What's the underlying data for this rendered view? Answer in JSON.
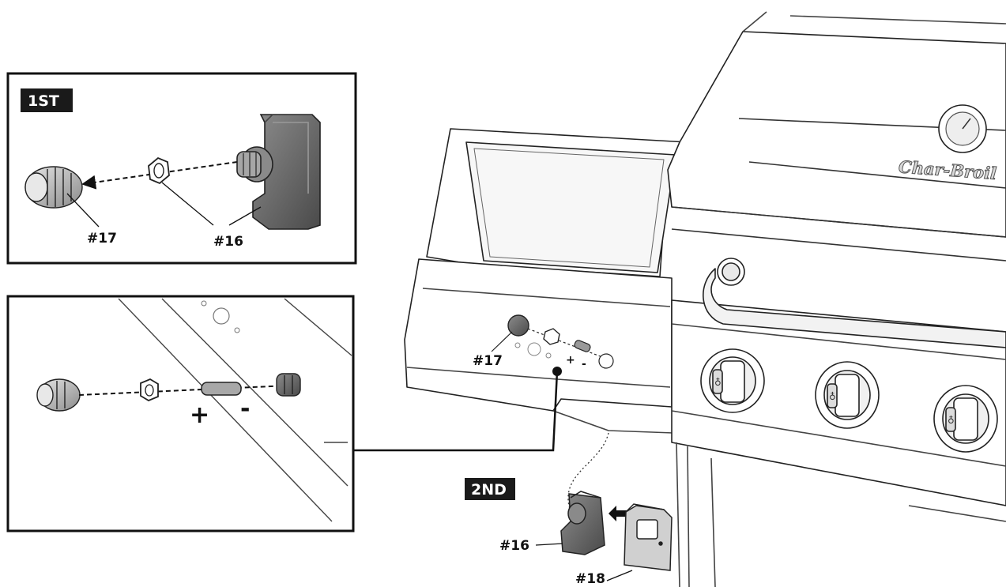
{
  "steps": {
    "first": "1ST",
    "second": "2ND"
  },
  "callouts": {
    "part17_detail": "#17",
    "part16_detail": "#16",
    "part17_grill": "#17",
    "part16_wire": "#16",
    "part18_wire": "#18"
  },
  "polarity": {
    "plus": "+",
    "minus": "-",
    "plus_small": "+",
    "minus_small": "-"
  },
  "brand_logo": "Char-Broil",
  "colors": {
    "line": "#111111",
    "label_bg": "#1a1a1a",
    "part_dark": "#6e6e6e",
    "part_light": "#bdbdbd"
  }
}
